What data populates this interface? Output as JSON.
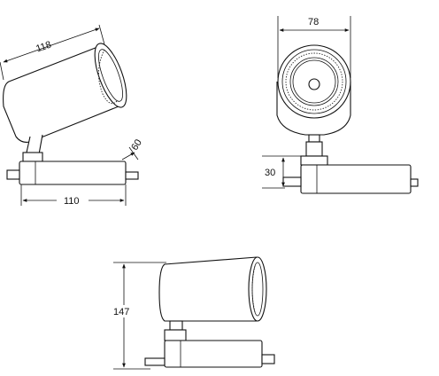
{
  "dimensions": {
    "side_view_length": "118",
    "side_view_track_length": "110",
    "side_view_track_height": "60",
    "front_view_diameter": "78",
    "front_view_adapter_height": "30",
    "rotated_view_height": "147"
  },
  "colors": {
    "line": "#111111",
    "background": "#ffffff"
  }
}
